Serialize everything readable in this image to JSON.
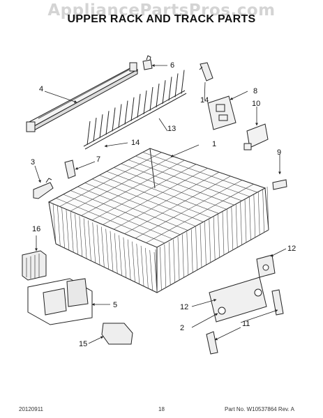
{
  "watermark": "AppliancePartsPros.com",
  "title": "UPPER RACK AND TRACK PARTS",
  "callouts": [
    "1",
    "2",
    "3",
    "4",
    "5",
    "6",
    "7",
    "8",
    "9",
    "10",
    "11",
    "12",
    "12",
    "13",
    "14",
    "14",
    "15",
    "16"
  ],
  "footer": {
    "date": "20120911",
    "page": "18",
    "part_number": "Part No. W10537864  Rev. A"
  }
}
